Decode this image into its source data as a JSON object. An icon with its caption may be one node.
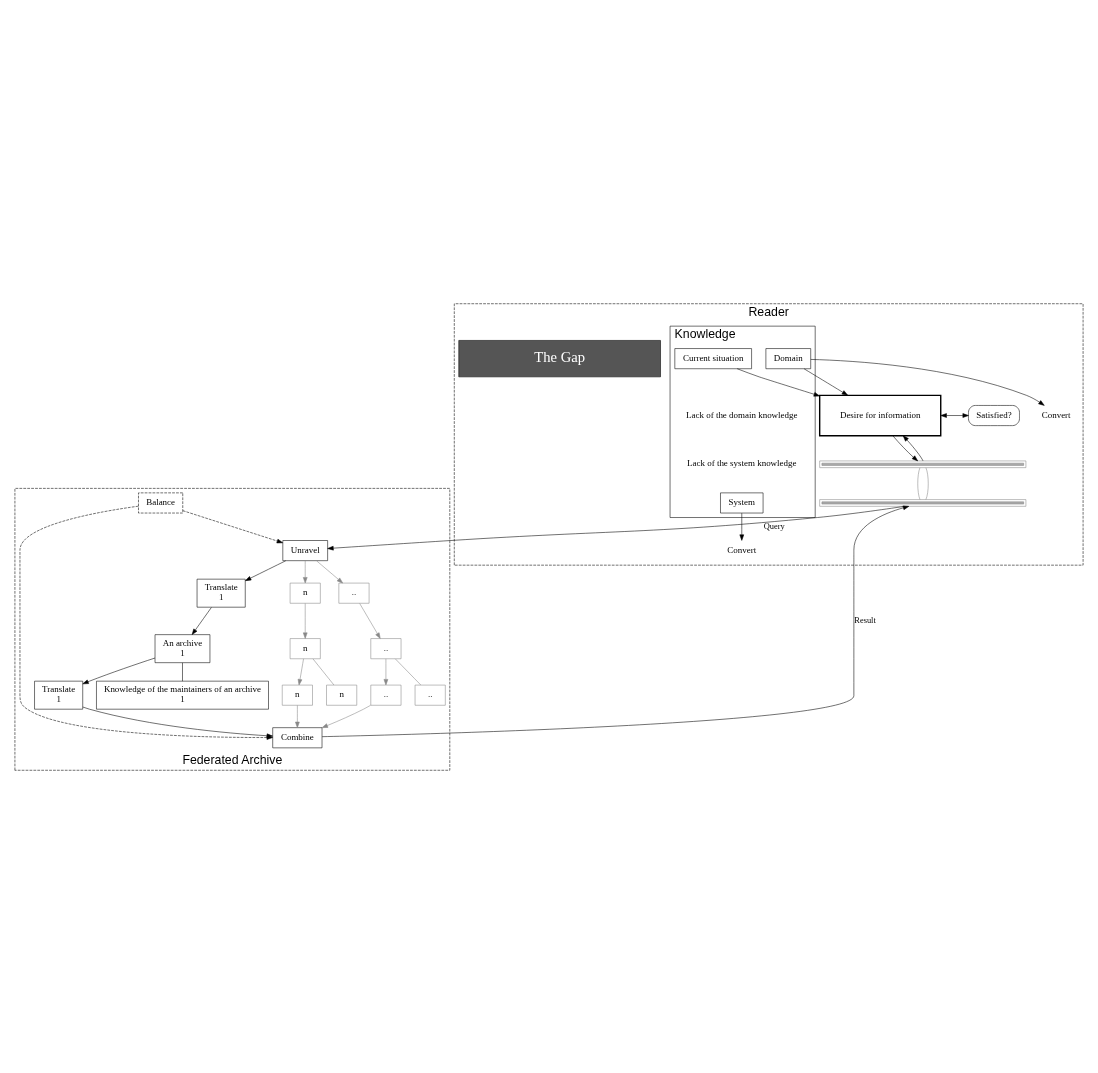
{
  "diagram": {
    "nodes": [
      {
        "text": [
          "Reader"
        ]
      },
      {
        "text": [
          "Knowledge"
        ],
        "in": 0
      },
      {
        "text": [
          "Current situation"
        ],
        "in": 1
      },
      {
        "text": [
          "Domain"
        ],
        "in": 1
      },
      {
        "text": [
          "System"
        ],
        "in": 1
      },
      {
        "text": [
          "Desire for information"
        ],
        "in": 0
      },
      {
        "text": [
          "Satisfied?"
        ],
        "in": 0
      },
      {
        "text": [],
        "shape": "bar",
        "in": 0
      },
      {
        "text": [
          "Convert"
        ],
        "in": 0
      },
      {
        "text": [
          "The Gap"
        ],
        "in": 0
      },
      {
        "text": [
          "Convert"
        ],
        "in": 0
      },
      {
        "text": [],
        "shape": "bar",
        "in": 0
      },
      {
        "text": [
          "Federated Archive"
        ]
      },
      {
        "text": [
          "Unravel"
        ],
        "in": 12
      },
      {
        "text": [
          "n"
        ],
        "in": 12
      },
      {
        "text": [
          ".."
        ],
        "in": 12
      },
      {
        "text": [
          "Translate",
          "1"
        ],
        "in": 12
      },
      {
        "text": [
          "n"
        ],
        "in": 12
      },
      {
        "text": [
          ".."
        ],
        "in": 12
      },
      {
        "text": [
          "An archive",
          "1"
        ],
        "in": 12
      },
      {
        "text": [
          "n"
        ],
        "in": 12
      },
      {
        "text": [
          ".."
        ],
        "in": 12
      },
      {
        "text": [
          "Translate",
          "1"
        ],
        "in": 12
      },
      {
        "text": [
          "Combine"
        ],
        "in": 12
      },
      {
        "text": [
          "n"
        ],
        "in": 12
      },
      {
        "text": [
          ".."
        ],
        "in": 12
      },
      {
        "text": [
          "Knowledge of the maintainers of an archive",
          "1"
        ],
        "in": 12
      },
      {
        "text": [
          "Balance"
        ],
        "in": 12
      }
    ],
    "edges": [
      {
        "from": 2,
        "to": 5,
        "arrow": "to"
      },
      {
        "from": 3,
        "to": 5,
        "arrow": "to"
      },
      {
        "from": 5,
        "to": 6,
        "arrow": "both"
      },
      {
        "from": 5,
        "to": 7,
        "arrow": "to"
      },
      {
        "from": 7,
        "to": 5,
        "arrow": "to"
      },
      {
        "from": 3,
        "to": 8,
        "arrow": "to"
      },
      {
        "from": 4,
        "to": 10,
        "arrow": "to"
      },
      {
        "from": 7,
        "to": 11,
        "arrow": "none",
        "color": "#888888"
      },
      {
        "from": 7,
        "to": 11,
        "arrow": "none",
        "color": "#888888"
      },
      {
        "from": 11,
        "to": 13,
        "label": "Query",
        "arrow": "to"
      },
      {
        "from": 23,
        "to": 11,
        "label": "Result",
        "arrow": "to"
      },
      {
        "from": 13,
        "to": 14,
        "arrow": "to",
        "color": "#888888"
      },
      {
        "from": 13,
        "to": 15,
        "arrow": "to",
        "color": "#888888"
      },
      {
        "from": 13,
        "to": 16,
        "arrow": "to"
      },
      {
        "from": 14,
        "to": 17,
        "arrow": "to",
        "color": "#888888"
      },
      {
        "from": 15,
        "to": 18,
        "arrow": "to",
        "color": "#888888"
      },
      {
        "from": 16,
        "to": 19,
        "arrow": "to"
      },
      {
        "from": 17,
        "to": 20,
        "arrow": "to",
        "color": "#888888"
      },
      {
        "from": 18,
        "to": 21,
        "arrow": "to",
        "color": "#888888"
      },
      {
        "from": 19,
        "to": 22,
        "arrow": "to"
      },
      {
        "from": 20,
        "to": 23,
        "arrow": "to",
        "color": "#888888"
      },
      {
        "from": 21,
        "to": 23,
        "arrow": "to",
        "color": "#888888"
      },
      {
        "from": 22,
        "to": 23,
        "arrow": "to"
      },
      {
        "from": 17,
        "to": 24,
        "arrow": "none",
        "color": "#888888"
      },
      {
        "from": 18,
        "to": 25,
        "arrow": "none",
        "color": "#888888"
      },
      {
        "from": 19,
        "to": 26,
        "arrow": "none"
      },
      {
        "from": 27,
        "to": 13,
        "arrow": "to",
        "style": "dashed"
      },
      {
        "from": 27,
        "to": 23,
        "arrow": "to",
        "style": "dashed"
      }
    ],
    "labels": [
      "Lack of the domain knowledge",
      "Lack of the system knowledge"
    ]
  }
}
